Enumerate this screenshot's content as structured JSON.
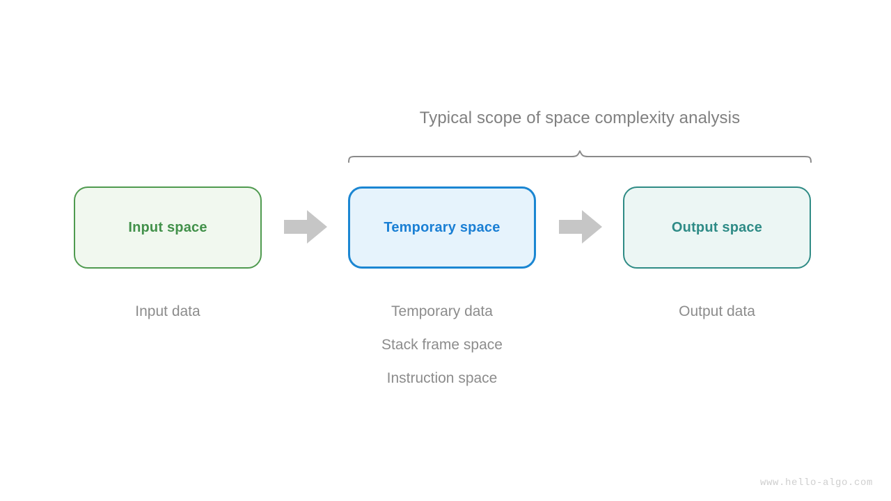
{
  "diagram": {
    "title": "Typical scope of space complexity analysis",
    "watermark": "www.hello-algo.com",
    "colors": {
      "input_border": "#4f9a4f",
      "input_fill": "#f1f8ef",
      "input_text": "#42914a",
      "temp_border": "#1b86d2",
      "temp_fill": "#e6f3fc",
      "temp_text": "#1a7fd4",
      "output_border": "#2f8b85",
      "output_fill": "#ecf6f4",
      "output_text": "#2e8b86",
      "arrow": "#c6c6c6",
      "brace": "#8a8a8a",
      "caption_text": "#8c8c8c",
      "title_text": "#808080"
    },
    "nodes": [
      {
        "id": "input",
        "label": "Input space"
      },
      {
        "id": "temp",
        "label": "Temporary space"
      },
      {
        "id": "output",
        "label": "Output space"
      }
    ],
    "captions": {
      "input": [
        "Input data"
      ],
      "temp": [
        "Temporary data",
        "Stack frame space",
        "Instruction space"
      ],
      "output": [
        "Output data"
      ]
    },
    "arrows": [
      {
        "id": "arrow-1",
        "from": "input",
        "to": "temp"
      },
      {
        "id": "arrow-2",
        "from": "temp",
        "to": "output"
      }
    ]
  }
}
